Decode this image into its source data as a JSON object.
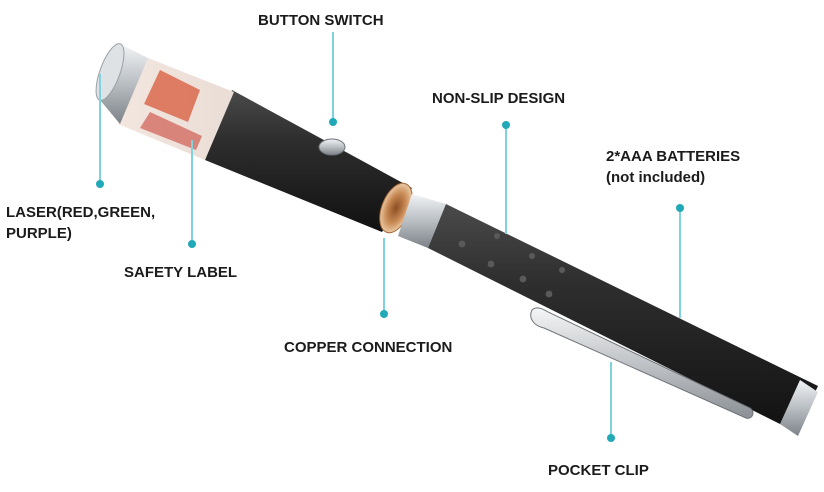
{
  "image": {
    "subject": "laser pointer pen",
    "colors": {
      "background": "#ffffff",
      "body": "#2b2b2b",
      "metal": "#c8ccd0",
      "copper": "#c98a55",
      "leader_line": "#7fd3de",
      "leader_dot": "#21a9b8",
      "label_text": "#1b1b1b"
    }
  },
  "labels": {
    "button_switch": "BUTTON SWITCH",
    "non_slip": "NON-SLIP DESIGN",
    "batteries_line1": "2*AAA BATTERIES",
    "batteries_line2": "(not included)",
    "laser_line1": "LASER(RED,GREEN,",
    "laser_line2": "PURPLE)",
    "safety_label": "SAFETY LABEL",
    "copper_connection": "COPPER CONNECTION",
    "pocket_clip": "POCKET CLIP"
  }
}
